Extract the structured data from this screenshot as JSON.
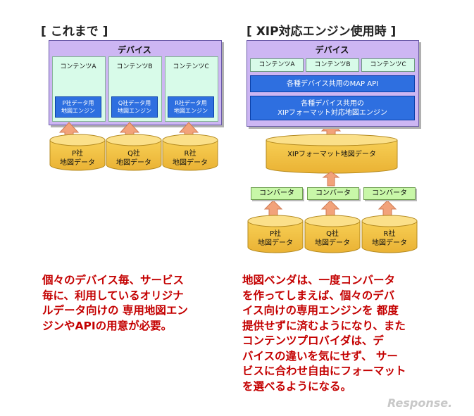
{
  "left": {
    "heading": "[ これまで ]",
    "device_label": "デバイス",
    "columns": [
      {
        "content": "コンテンツA",
        "engine_l1": "P社データ用",
        "engine_l2": "地図エンジン"
      },
      {
        "content": "コンテンツB",
        "engine_l1": "Q社データ用",
        "engine_l2": "地図エンジン"
      },
      {
        "content": "コンテンツC",
        "engine_l1": "R社データ用",
        "engine_l2": "地図エンジン"
      }
    ],
    "databases": [
      {
        "l1": "P社",
        "l2": "地図データ"
      },
      {
        "l1": "Q社",
        "l2": "地図データ"
      },
      {
        "l1": "R社",
        "l2": "地図データ"
      }
    ],
    "note": [
      "個々のデバイス毎、サービス",
      "毎に、利用しているオリジナ",
      "ルデータ向けの 専用地図エン",
      "ジンやAPIの用意が必要。"
    ]
  },
  "right": {
    "heading": "[ XIP対応エンジン使用時 ]",
    "device_label": "デバイス",
    "contents": [
      "コンテンツA",
      "コンテンツB",
      "コンテンツC"
    ],
    "api_bar": "各種デバイス共用のMAP API",
    "engine_l1": "各種デバイス共用の",
    "engine_l2": "XIPフォーマット対応地図エンジン",
    "xip_db": "XIPフォーマット地図データ",
    "converters": [
      "コンバータ",
      "コンバータ",
      "コンバータ"
    ],
    "databases": [
      {
        "l1": "P社",
        "l2": "地図データ"
      },
      {
        "l1": "Q社",
        "l2": "地図データ"
      },
      {
        "l1": "R社",
        "l2": "地図データ"
      }
    ],
    "note": [
      "地図ベンダは、一度コンバータ",
      "を作ってしまえば、個々のデバ",
      "イス向けの専用エンジンを 都度",
      "提供せずに済むようになり、また",
      "コンテンツプロバイダは、デ",
      "バイスの違いを気にせず、 サー",
      "ビスに合わせ自由にフォーマット",
      "を選べるようになる。"
    ]
  },
  "watermark": "Response.",
  "colors": {
    "device": "#cdb6f3",
    "content": "#d8fbe9",
    "engine": "#2e6fe0",
    "cylinder": "#f5c84a",
    "arrow": "#f2a27a",
    "converter": "#c8f7a8",
    "note_text": "#c40000"
  }
}
